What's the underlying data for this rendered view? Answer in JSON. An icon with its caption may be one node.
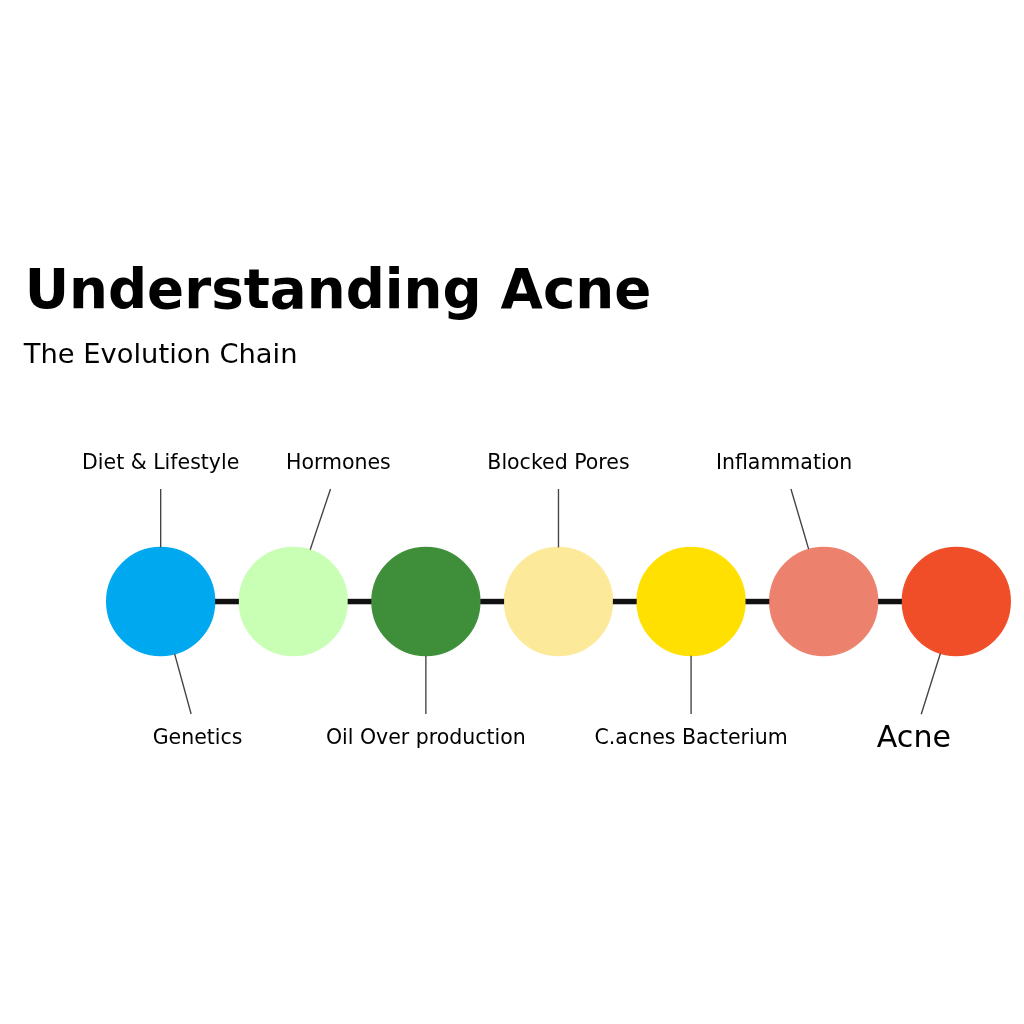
{
  "diagram": {
    "title": "Understanding Acne",
    "nodes": [
      {
        "text": [
          "Diet & Lifestyle"
        ]
      },
      {
        "text": [
          "Hormones"
        ]
      },
      {
        "text": [
          "Blocked Pores"
        ]
      },
      {
        "text": [
          "Inflammation"
        ]
      },
      {
        "text": [],
        "shape": "circle"
      },
      {
        "text": [],
        "shape": "circle"
      },
      {
        "text": [],
        "shape": "circle"
      },
      {
        "text": [],
        "shape": "circle"
      },
      {
        "text": [],
        "shape": "circle"
      },
      {
        "text": [],
        "shape": "circle"
      },
      {
        "text": [],
        "shape": "circle"
      },
      {
        "text": [
          "Genetics"
        ]
      },
      {
        "text": [
          "Oil Over production"
        ]
      },
      {
        "text": [
          "C.acnes Bacterium"
        ]
      },
      {
        "text": [
          "Acne"
        ]
      }
    ],
    "edges": [
      {
        "from": 4,
        "to": 5,
        "arrow": "none",
        "style": "thick"
      },
      {
        "from": 5,
        "to": 6,
        "arrow": "none",
        "style": "thick"
      },
      {
        "from": 6,
        "to": 7,
        "arrow": "none",
        "style": "thick"
      },
      {
        "from": 7,
        "to": 8,
        "arrow": "none",
        "style": "thick"
      },
      {
        "from": 8,
        "to": 9,
        "arrow": "none",
        "style": "thick"
      },
      {
        "from": 9,
        "to": 10,
        "arrow": "none",
        "style": "thick"
      },
      {
        "from": 0,
        "to": 4,
        "arrow": "none"
      },
      {
        "from": 1,
        "to": 5,
        "arrow": "none"
      },
      {
        "from": 2,
        "to": 7,
        "arrow": "none"
      },
      {
        "from": 3,
        "to": 9,
        "arrow": "none"
      },
      {
        "from": 11,
        "to": 4,
        "arrow": "none"
      },
      {
        "from": 12,
        "to": 6,
        "arrow": "none"
      },
      {
        "from": 13,
        "to": 8,
        "arrow": "none"
      },
      {
        "from": 14,
        "to": 10,
        "arrow": "none"
      }
    ],
    "labels": [
      "The Evolution Chain"
    ]
  }
}
